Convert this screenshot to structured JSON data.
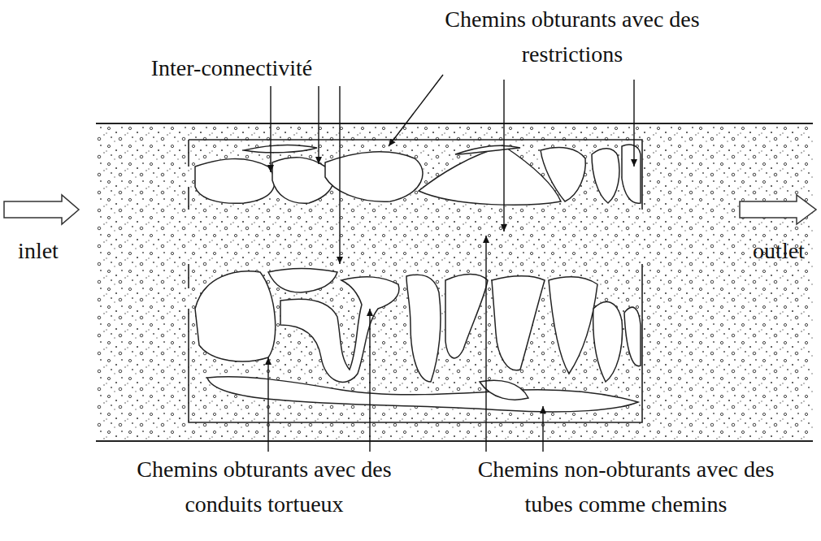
{
  "diagram": {
    "labels": [
      "Chemins obturants avec des restrictions",
      "Inter-connectivité",
      "inlet",
      "outlet",
      "Chemins obturants avec des conduits tortueux",
      "Chemins non-obturants avec des tubes comme chemins"
    ]
  }
}
